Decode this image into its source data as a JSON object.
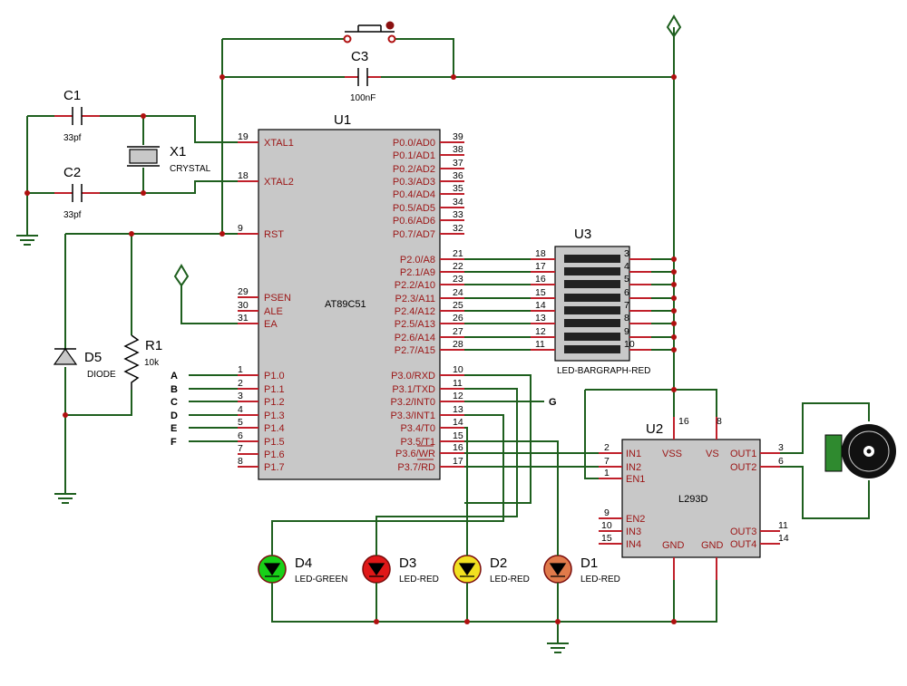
{
  "components": {
    "u1": {
      "ref": "U1",
      "name": "AT89C51"
    },
    "u2": {
      "ref": "U2",
      "name": "L293D"
    },
    "u3": {
      "ref": "U3",
      "value": "LED-BARGRAPH-RED"
    },
    "c1": {
      "ref": "C1",
      "value": "33pf"
    },
    "c2": {
      "ref": "C2",
      "value": "33pf"
    },
    "c3": {
      "ref": "C3",
      "value": "100nF"
    },
    "x1": {
      "ref": "X1",
      "value": "CRYSTAL"
    },
    "r1": {
      "ref": "R1",
      "value": "10k"
    },
    "d5": {
      "ref": "D5",
      "value": "DIODE"
    },
    "d1": {
      "ref": "D1",
      "value": "LED-RED",
      "color": "#e07a4a"
    },
    "d2": {
      "ref": "D2",
      "value": "LED-RED",
      "color": "#f2e020"
    },
    "d3": {
      "ref": "D3",
      "value": "LED-RED",
      "color": "#e01818"
    },
    "d4": {
      "ref": "D4",
      "value": "LED-GREEN",
      "color": "#18d018"
    }
  },
  "u1_left_pins": [
    {
      "num": "19",
      "name": "XTAL1"
    },
    {
      "num": "18",
      "name": "XTAL2"
    },
    {
      "num": "9",
      "name": "RST"
    },
    {
      "num": "29",
      "name": "PSEN"
    },
    {
      "num": "30",
      "name": "ALE"
    },
    {
      "num": "31",
      "name": "EA"
    },
    {
      "num": "1",
      "name": "P1.0"
    },
    {
      "num": "2",
      "name": "P1.1"
    },
    {
      "num": "3",
      "name": "P1.2"
    },
    {
      "num": "4",
      "name": "P1.3"
    },
    {
      "num": "5",
      "name": "P1.4"
    },
    {
      "num": "6",
      "name": "P1.5"
    },
    {
      "num": "7",
      "name": "P1.6"
    },
    {
      "num": "8",
      "name": "P1.7"
    }
  ],
  "u1_right_pins": [
    {
      "num": "39",
      "name": "P0.0/AD0"
    },
    {
      "num": "38",
      "name": "P0.1/AD1"
    },
    {
      "num": "37",
      "name": "P0.2/AD2"
    },
    {
      "num": "36",
      "name": "P0.3/AD3"
    },
    {
      "num": "35",
      "name": "P0.4/AD4"
    },
    {
      "num": "34",
      "name": "P0.5/AD5"
    },
    {
      "num": "33",
      "name": "P0.6/AD6"
    },
    {
      "num": "32",
      "name": "P0.7/AD7"
    },
    {
      "num": "21",
      "name": "P2.0/A8"
    },
    {
      "num": "22",
      "name": "P2.1/A9"
    },
    {
      "num": "23",
      "name": "P2.2/A10"
    },
    {
      "num": "24",
      "name": "P2.3/A11"
    },
    {
      "num": "25",
      "name": "P2.4/A12"
    },
    {
      "num": "26",
      "name": "P2.5/A13"
    },
    {
      "num": "27",
      "name": "P2.6/A14"
    },
    {
      "num": "28",
      "name": "P2.7/A15"
    },
    {
      "num": "10",
      "name": "P3.0/RXD"
    },
    {
      "num": "11",
      "name": "P3.1/TXD"
    },
    {
      "num": "12",
      "name": "P3.2/INT0"
    },
    {
      "num": "13",
      "name": "P3.3/INT1"
    },
    {
      "num": "14",
      "name": "P3.4/T0"
    },
    {
      "num": "15",
      "name": "P3.5/T1"
    },
    {
      "num": "16",
      "name": "P3.6/WR"
    },
    {
      "num": "17",
      "name": "P3.7/RD"
    }
  ],
  "u3_left_pins": [
    "18",
    "17",
    "16",
    "15",
    "14",
    "13",
    "12",
    "11"
  ],
  "u3_right_pins": [
    "3",
    "4",
    "5",
    "6",
    "7",
    "8",
    "9",
    "10"
  ],
  "u2_pins": {
    "in1": {
      "num": "2",
      "name": "IN1"
    },
    "in2": {
      "num": "7",
      "name": "IN2"
    },
    "en1": {
      "num": "1",
      "name": "EN1"
    },
    "en2": {
      "num": "9",
      "name": "EN2"
    },
    "in3": {
      "num": "10",
      "name": "IN3"
    },
    "in4": {
      "num": "15",
      "name": "IN4"
    },
    "vss": {
      "num": "16",
      "name": "VSS"
    },
    "vs": {
      "num": "8",
      "name": "VS"
    },
    "out1": {
      "num": "3",
      "name": "OUT1"
    },
    "out2": {
      "num": "6",
      "name": "OUT2"
    },
    "out3": {
      "num": "11",
      "name": "OUT3"
    },
    "out4": {
      "num": "14",
      "name": "OUT4"
    },
    "gnd1": {
      "name": "GND"
    },
    "gnd2": {
      "name": "GND"
    }
  },
  "net_labels": {
    "a": "A",
    "b": "B",
    "c": "C",
    "d": "D",
    "e": "E",
    "f": "F",
    "g": "G"
  },
  "colors": {
    "wire": "#1e5f1e",
    "pin": "#c0202a",
    "node": "#b01010",
    "chip_fill": "#c8c8c8"
  }
}
